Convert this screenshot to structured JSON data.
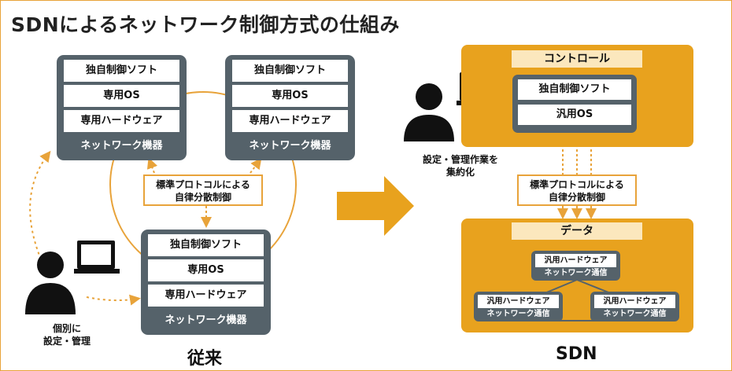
{
  "title": "SDNによるネットワーク制御方式の仕組み",
  "conventional": {
    "section_label": "従来",
    "device_layers": [
      "独自制御ソフト",
      "専用OS",
      "専用ハードウェア"
    ],
    "device_label": "ネットワーク機器",
    "protocol_line1": "標準プロトコルによる",
    "protocol_line2": "自律分散制御",
    "admin_line1": "個別に",
    "admin_line2": "設定・管理"
  },
  "sdn": {
    "section_label": "SDN",
    "control_label": "コントロール",
    "control_layers": [
      "独自制御ソフト",
      "汎用OS"
    ],
    "admin_line1": "設定・管理作業を",
    "admin_line2": "集約化",
    "protocol_line1": "標準プロトコルによる",
    "protocol_line2": "自律分散制御",
    "data_label": "データ",
    "switch_top": "汎用ハードウェア",
    "switch_bottom": "ネットワーク通信"
  },
  "colors": {
    "accent": "#e8a21e",
    "device_gray": "#55626a",
    "band": "#fbe7bd"
  }
}
